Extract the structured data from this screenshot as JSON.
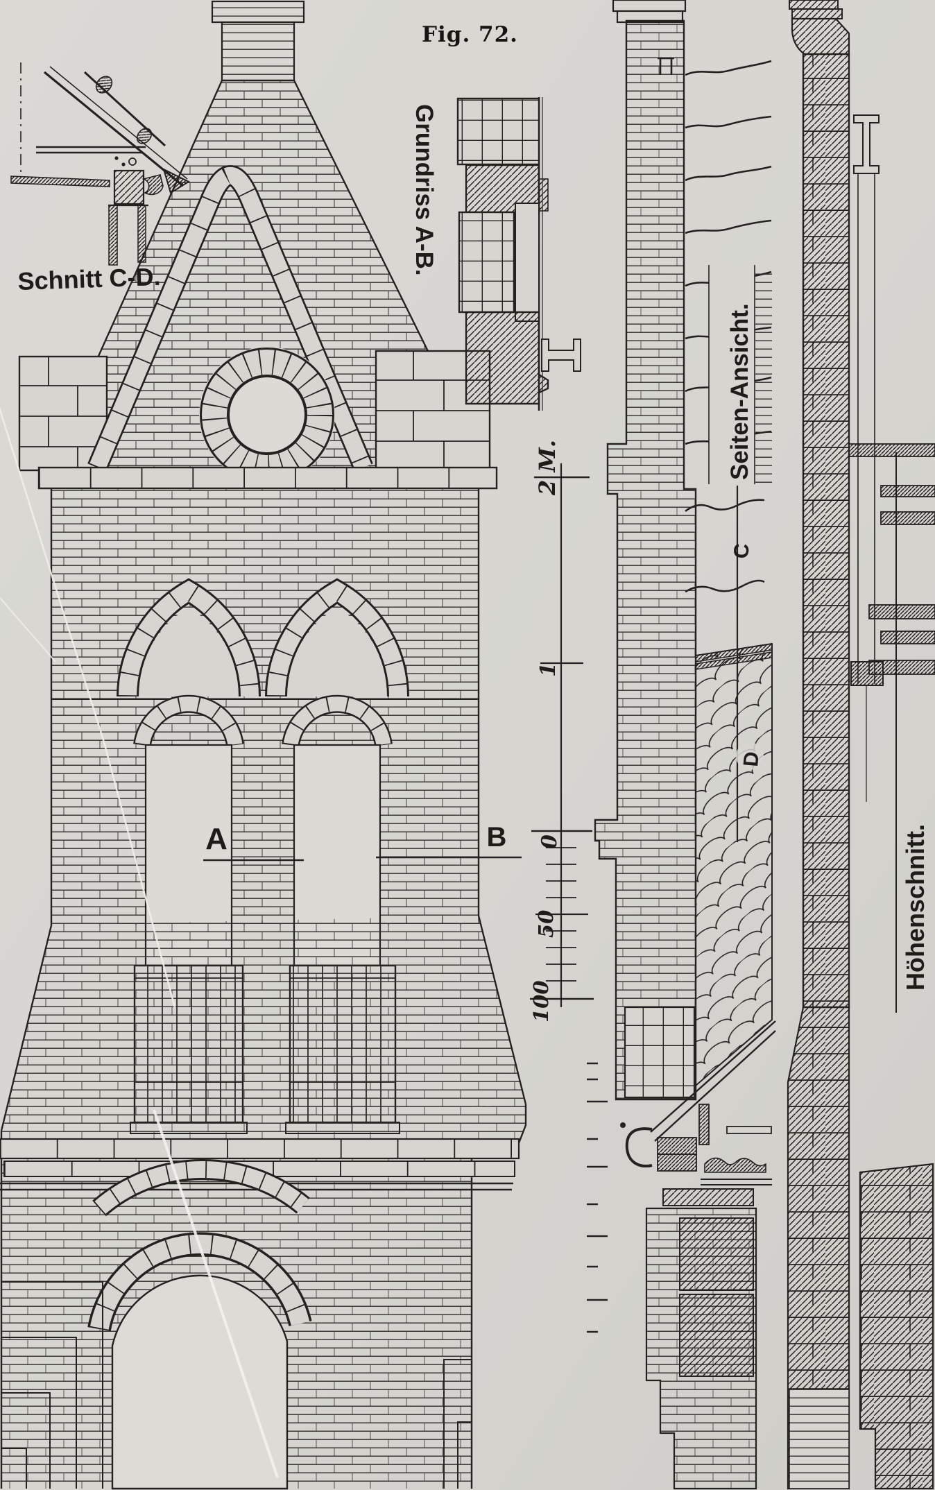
{
  "figure_title": "Fig. 72.",
  "views": {
    "schnitt_cd": {
      "label": "Schnitt C-D."
    },
    "grundriss": {
      "label": "Grundriss A-B."
    },
    "front_elevation": {
      "marker_a": "A",
      "marker_b": "B"
    },
    "seitenansicht": {
      "label": "Seiten-Ansicht.",
      "marker_c": "C",
      "marker_d": "D"
    },
    "hoehenschnitt": {
      "label": "Höhenschnitt."
    }
  },
  "scale_bar": {
    "labels": [
      "2 M.",
      "1",
      "0",
      "50",
      "100"
    ]
  },
  "colors": {
    "paper": "#d6d5d0",
    "ink": "#23221e"
  }
}
